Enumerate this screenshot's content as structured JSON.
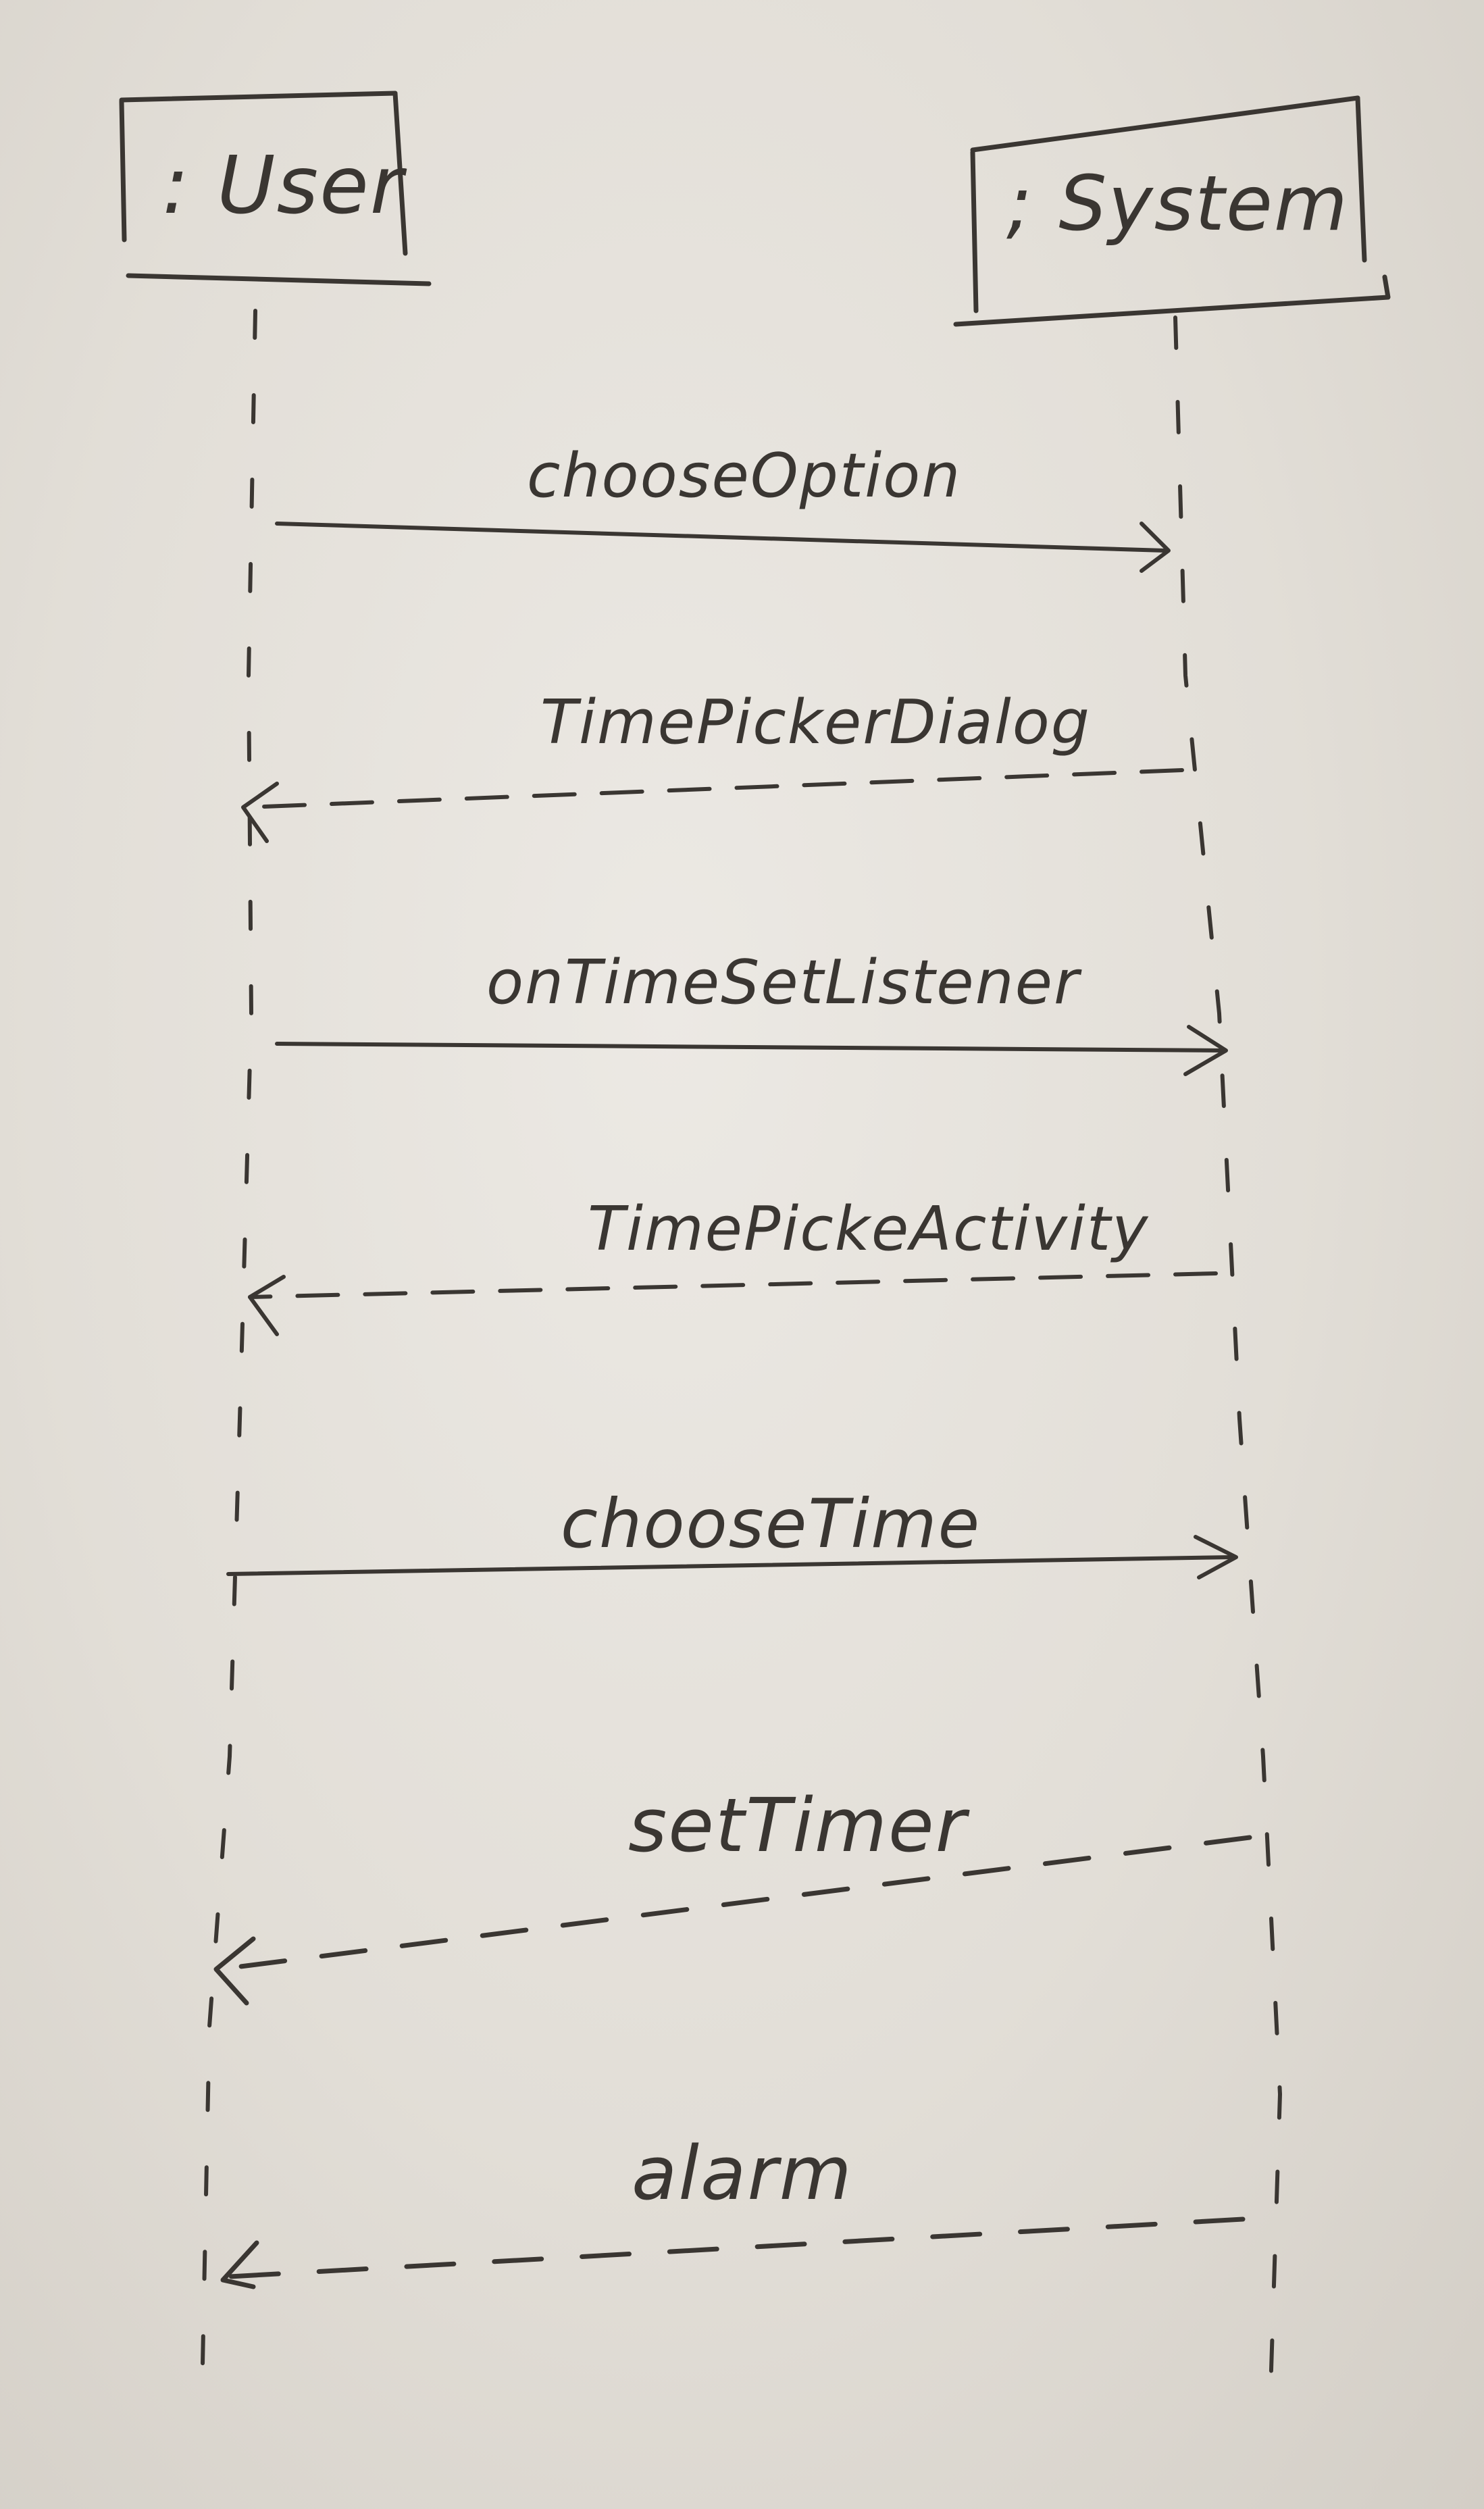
{
  "participants": [
    {
      "id": "user",
      "label": ": User"
    },
    {
      "id": "system",
      "label": "; System"
    }
  ],
  "messages": [
    {
      "label": "chooseOption",
      "from": "user",
      "to": "system",
      "style": "solid"
    },
    {
      "label": "TimePickerDialog",
      "from": "system",
      "to": "user",
      "style": "dashed"
    },
    {
      "label": "onTimeSetListener",
      "from": "user",
      "to": "system",
      "style": "solid"
    },
    {
      "label": "TimePickeActivity",
      "from": "system",
      "to": "user",
      "style": "dashed"
    },
    {
      "label": "chooseTime",
      "from": "user",
      "to": "system",
      "style": "solid"
    },
    {
      "label": "setTimer",
      "from": "system",
      "to": "user",
      "style": "dashed"
    },
    {
      "label": "alarm",
      "from": "system",
      "to": "user",
      "style": "dashed"
    }
  ],
  "colors": {
    "ink": "#3a3632",
    "paper": "#e6e2dc"
  }
}
